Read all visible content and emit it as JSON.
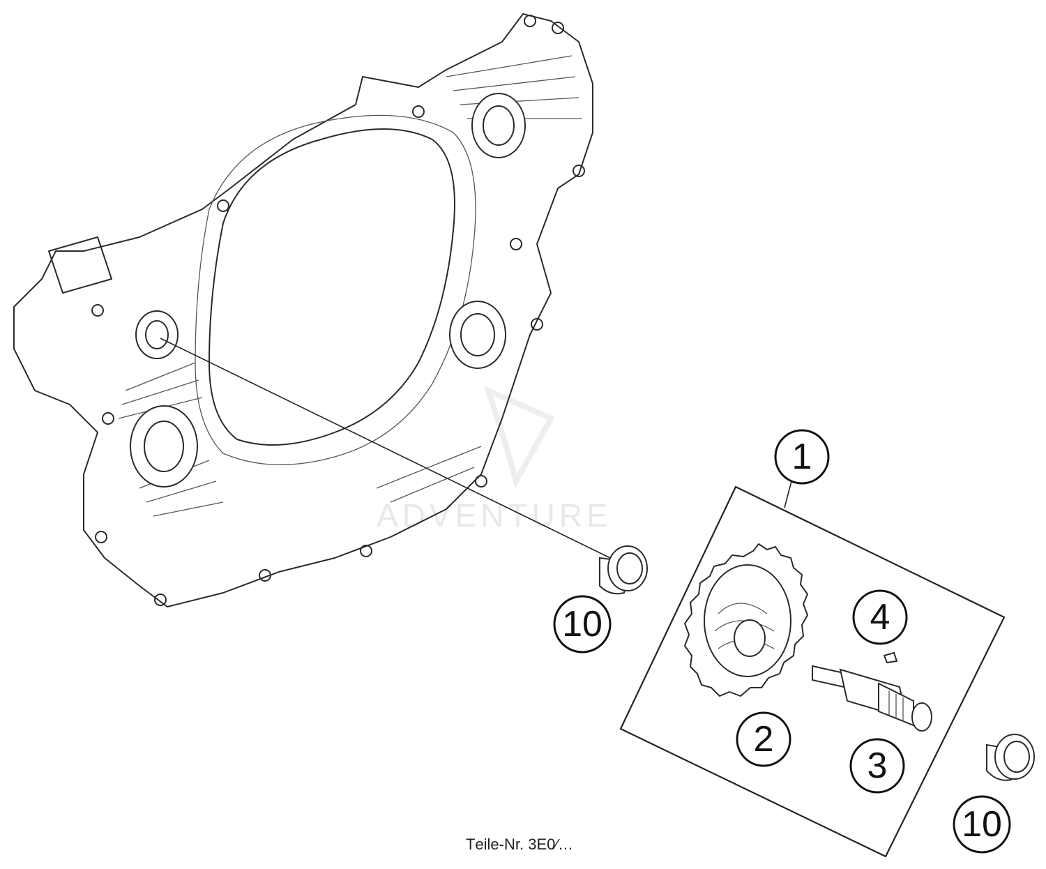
{
  "diagram": {
    "callouts": [
      {
        "id": "c1",
        "label": "1"
      },
      {
        "id": "c2",
        "label": "2"
      },
      {
        "id": "c3",
        "label": "3"
      },
      {
        "id": "c4",
        "label": "4"
      },
      {
        "id": "c10a",
        "label": "10"
      },
      {
        "id": "c10b",
        "label": "10"
      }
    ],
    "watermark": "ADVENTURE",
    "caption": "Tеile-Nr. 3E0∕…",
    "colors": {
      "line": "#2a2a2a",
      "watermark": "#e8e8e8"
    }
  }
}
